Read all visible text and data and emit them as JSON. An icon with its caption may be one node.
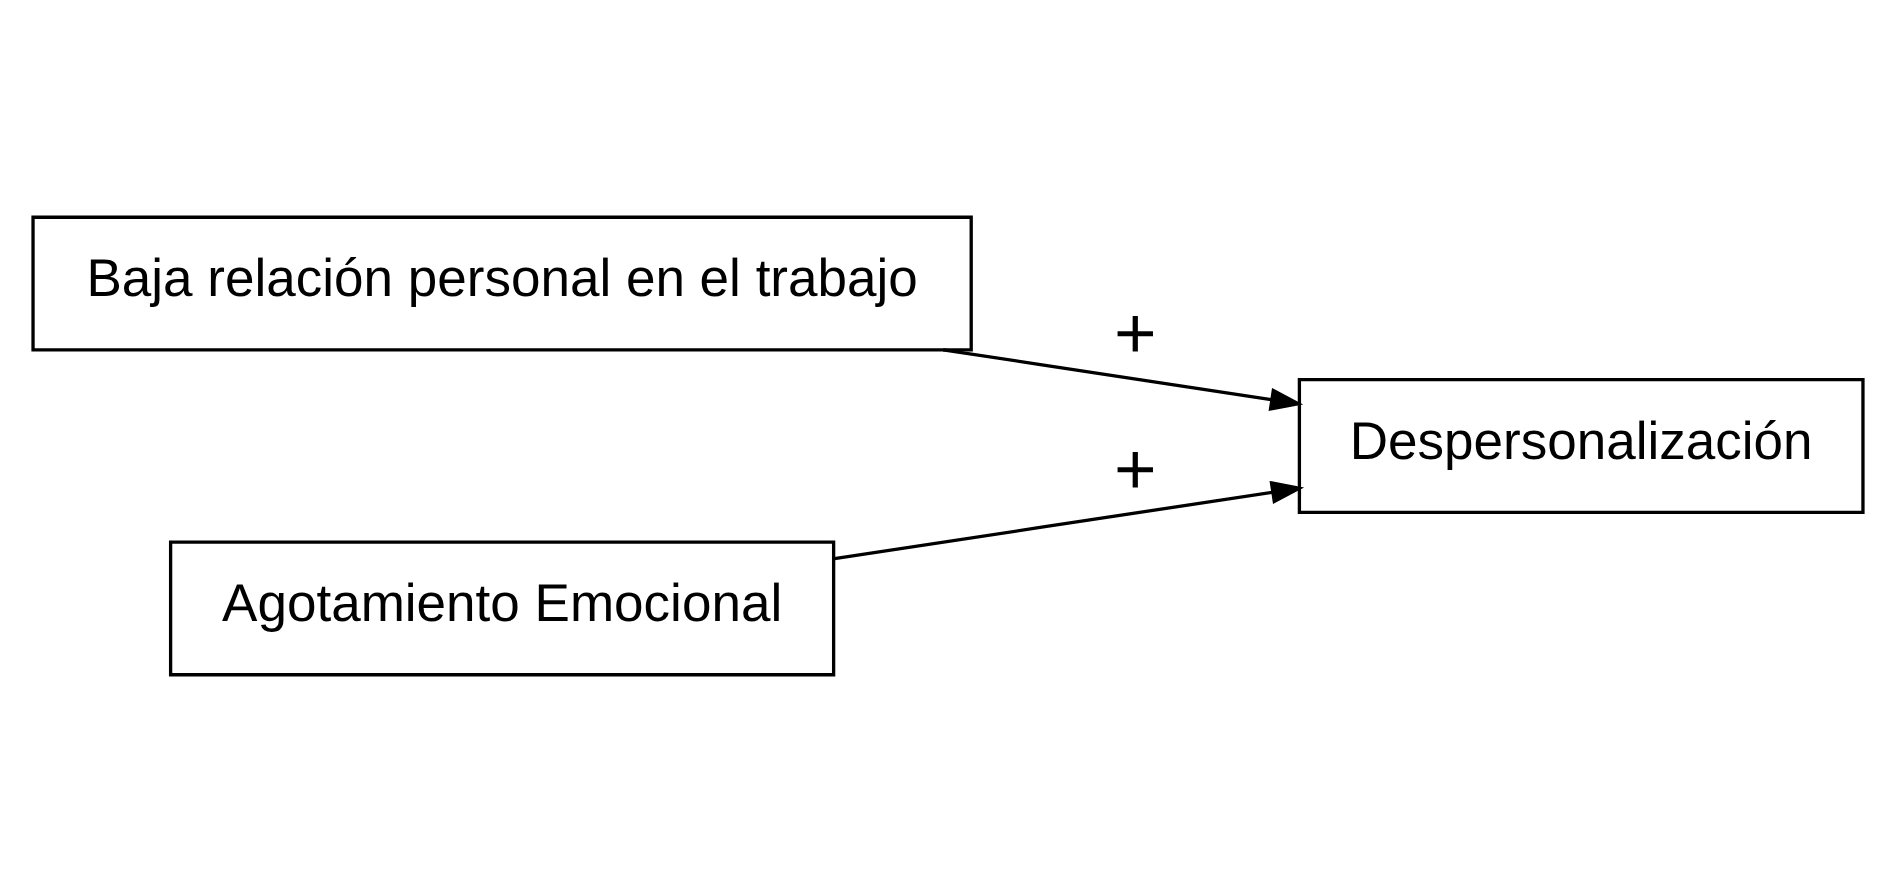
{
  "diagram": {
    "nodes": [
      {
        "text": [
          "Baja relación personal en el trabajo"
        ]
      },
      {
        "text": [
          "Agotamiento Emocional"
        ]
      },
      {
        "text": [
          "Despersonalización"
        ]
      }
    ],
    "edges": [
      {
        "from": 0,
        "to": 2,
        "arrow": "to",
        "label": "+"
      },
      {
        "from": 1,
        "to": 2,
        "arrow": "to",
        "label": "+"
      }
    ]
  }
}
